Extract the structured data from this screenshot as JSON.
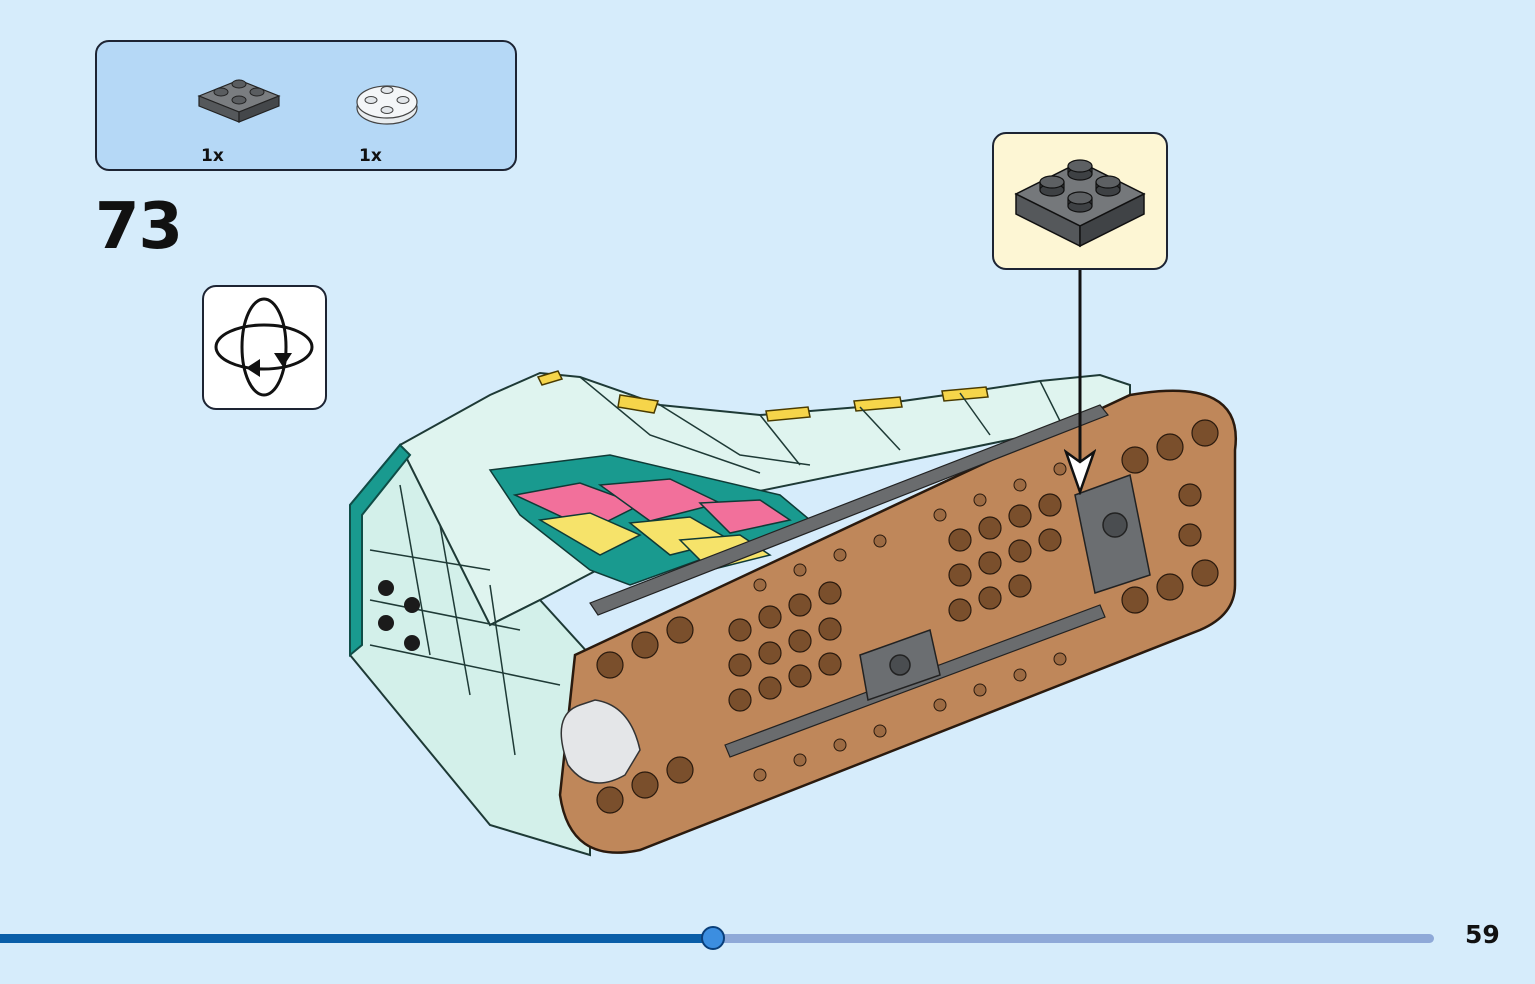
{
  "parts": [
    {
      "name": "plate-2x2-dark-gray-icon",
      "qty": "1x"
    },
    {
      "name": "round-plate-2x2-transparent-icon",
      "qty": "1x"
    }
  ],
  "step": {
    "number": "73"
  },
  "icons": {
    "rotate": "rotate-model-icon",
    "callout_part": "plate-2x2-dark-gray-icon"
  },
  "colors": {
    "background": "#d6ecfb",
    "parts_box": "#b5d8f6",
    "callout_box": "#fdf6d4",
    "progress": "#0a5ea8",
    "progress_track": "#8fa9d8",
    "brick_brown": "#bf875a",
    "brick_mint": "#d3f0ea",
    "brick_teal": "#199a8f",
    "dark_gray": "#5c5f62"
  },
  "progress": {
    "fraction": 0.497
  },
  "page": {
    "number": "59"
  }
}
